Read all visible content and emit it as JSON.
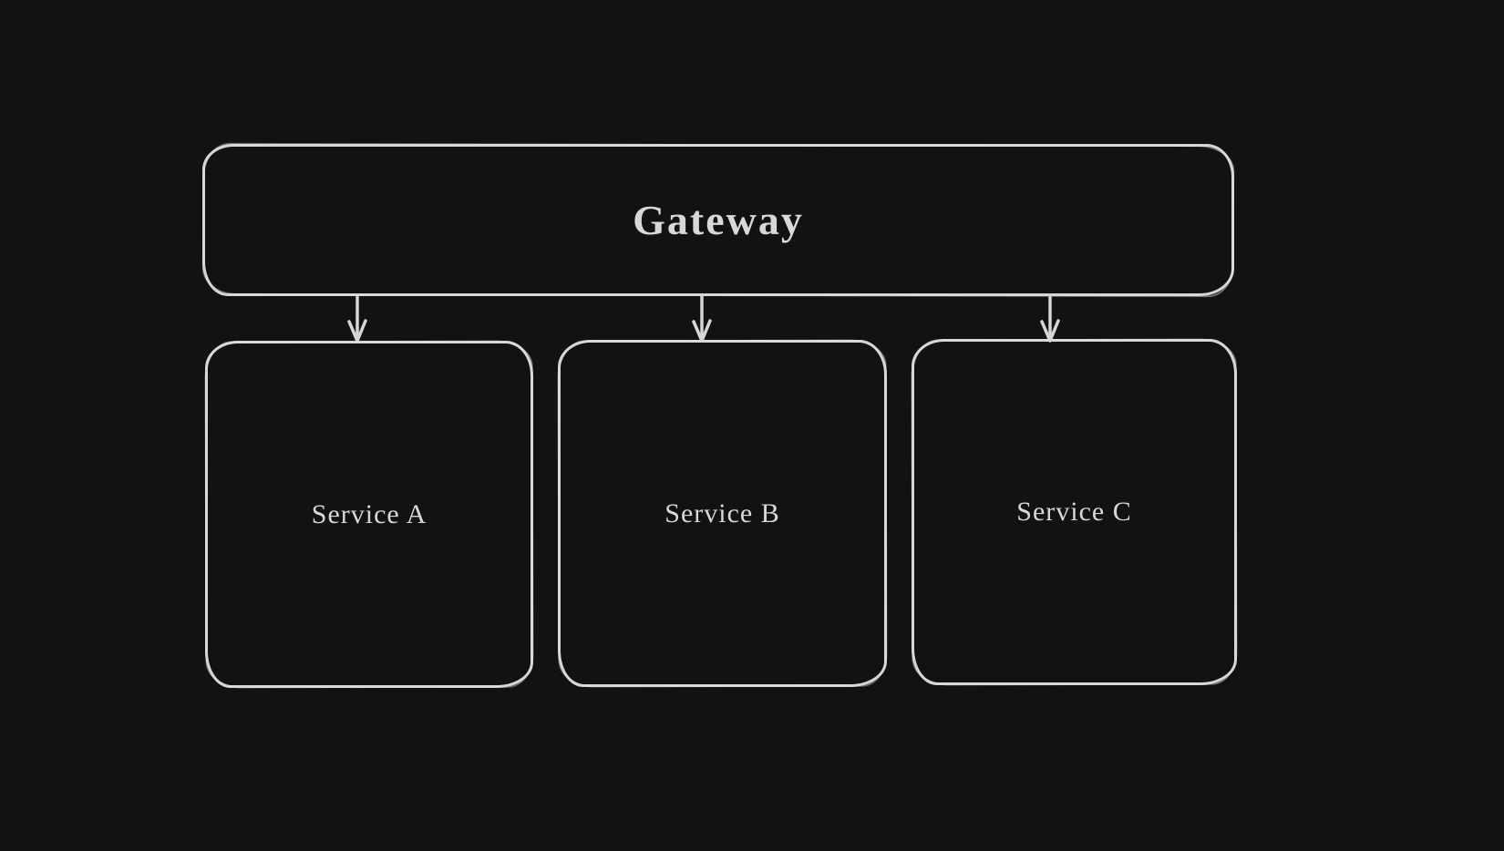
{
  "canvas": {
    "background_color": "#121212",
    "stroke_color": "#d8d8d8"
  },
  "diagram": {
    "gateway": {
      "label": "Gateway"
    },
    "services": [
      {
        "label": "Service A"
      },
      {
        "label": "Service B"
      },
      {
        "label": "Service C"
      }
    ],
    "connections": [
      {
        "from": "Gateway",
        "to": "Service A",
        "direction": "down"
      },
      {
        "from": "Gateway",
        "to": "Service B",
        "direction": "down"
      },
      {
        "from": "Gateway",
        "to": "Service C",
        "direction": "down"
      }
    ]
  }
}
